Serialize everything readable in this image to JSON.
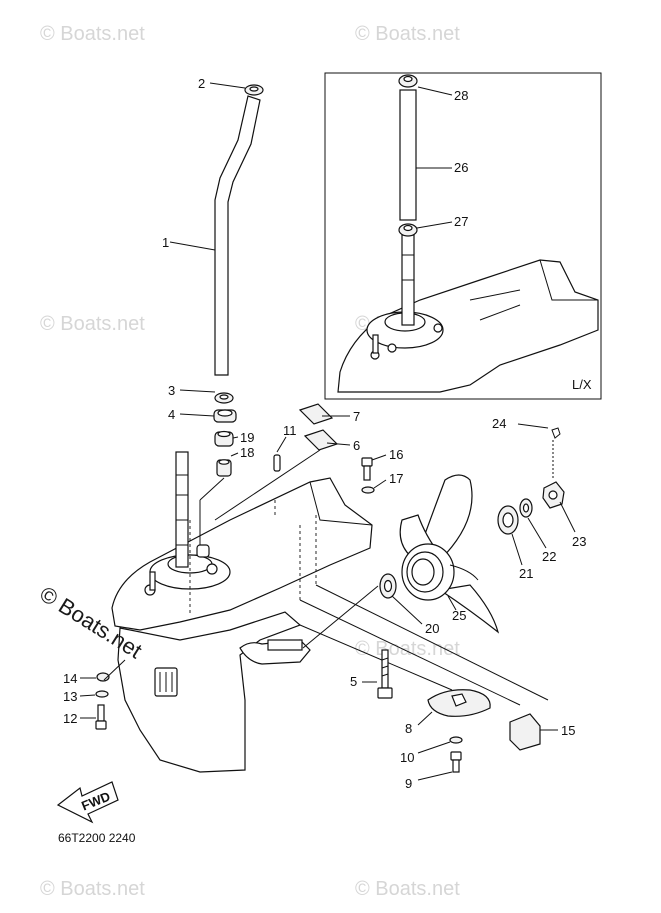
{
  "callouts": {
    "c1": "1",
    "c2": "2",
    "c3": "3",
    "c4": "4",
    "c5": "5",
    "c6": "6",
    "c7": "7",
    "c8": "8",
    "c9": "9",
    "c10": "10",
    "c11": "11",
    "c12": "12",
    "c13": "13",
    "c14": "14",
    "c15": "15",
    "c16": "16",
    "c17": "17",
    "c18": "18",
    "c19": "19",
    "c20": "20",
    "c21": "21",
    "c22": "22",
    "c23": "23",
    "c24": "24",
    "c25": "25",
    "c26": "26",
    "c27": "27",
    "c28": "28"
  },
  "inset_label": "L/X",
  "fwd_label": "FWD",
  "diagram_code": "66T2200 2240",
  "watermark": "© Boats.net",
  "watermark_short": "Boats.net"
}
